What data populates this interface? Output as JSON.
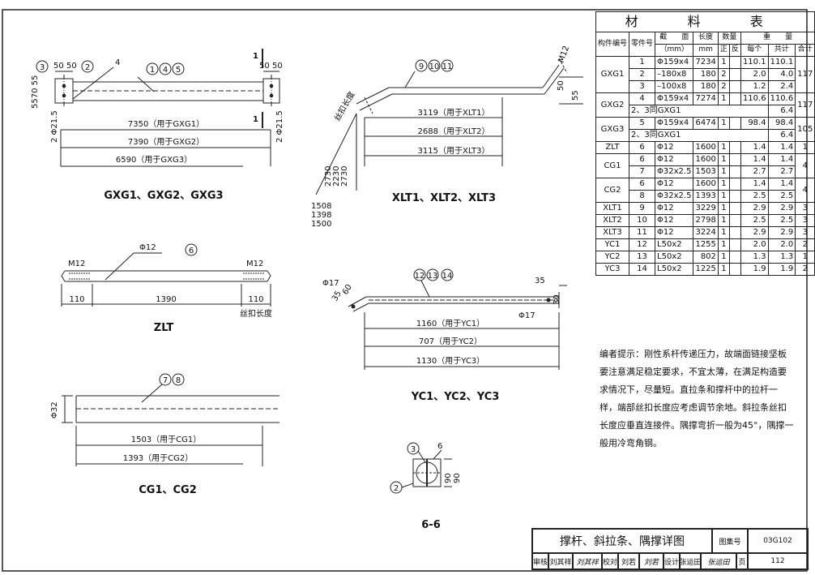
{
  "drawings": {
    "gxg": {
      "title": "GXG1、GXG2、GXG3",
      "tag_left_3": "3",
      "tag_left_2": "2",
      "tags_145": [
        "1",
        "4",
        "5"
      ],
      "weld_symbol": "4",
      "dim_50_a": "50",
      "dim_50_b": "50",
      "dim_50_c": "50",
      "dim_50_d": "50",
      "dim_vert_left": "5570 55",
      "section_mark": "1",
      "dia_left": "2 Φ21.5",
      "dia_right": "2 Φ21.5",
      "lengths": [
        "7350（用于GXG1）",
        "7390（用于GXG2）",
        "6590（用于GXG3）"
      ]
    },
    "xlt": {
      "title": "XLT1、XLT2、XLT3",
      "tags": [
        "9",
        "10",
        "11"
      ],
      "thread_note": "丝扣长度",
      "bolt_label": "M12",
      "dim_50": "50",
      "dim_55": "55",
      "lengths": [
        "3119（用于XLT1）",
        "2688（用于XLT2）",
        "3115（用于XLT3）"
      ],
      "heights": [
        "2730",
        "2230",
        "2730"
      ],
      "bases": [
        "1508",
        "1398",
        "1500"
      ]
    },
    "zlt": {
      "title": "ZLT",
      "tag": "6",
      "dia": "Φ12",
      "thread_left": "M12",
      "thread_right": "M12",
      "dim_110_left": "110",
      "dim_mid": "1390",
      "dim_110_right": "110",
      "thread_note": "丝扣长度"
    },
    "yc": {
      "title": "YC1、YC2、YC3",
      "tags": [
        "12",
        "13",
        "14"
      ],
      "hole_left": "Φ17",
      "dim_35_left": "35",
      "dim_60": "60",
      "dim_35_right": "35",
      "dim_30": "30",
      "hole_right": "Φ17",
      "lengths": [
        "1160（用于YC1）",
        "707（用于YC2）",
        "1130（用于YC3）"
      ]
    },
    "cg": {
      "title": "CG1、CG2",
      "tags": [
        "7",
        "8"
      ],
      "dia": "Φ32",
      "lengths": [
        "1503（用于CG1）",
        "1393（用于CG2）"
      ]
    },
    "sec66": {
      "title": "6-6",
      "tag_3": "3",
      "tag_2": "2",
      "weld": "6",
      "dim_a": "90",
      "dim_b": "90"
    }
  },
  "table": {
    "title": "材 料 表",
    "headers": {
      "member": "构件编号",
      "part": "零件号",
      "section": "截　　面",
      "section_unit": "（mm）",
      "length": "长度",
      "length_unit": "mm",
      "qty": "数量",
      "qty_pos": "正",
      "qty_neg": "反",
      "weight": "重　　量",
      "each": "每个",
      "total": "共计",
      "sum": "合计"
    },
    "groups": [
      {
        "member": "GXG1",
        "sum": "117",
        "rows": [
          {
            "part": "1",
            "section": "Φ159x4",
            "length": "7234",
            "pos": "1",
            "neg": "",
            "each": "110.1",
            "total": "110.1"
          },
          {
            "part": "2",
            "section": "–180x8",
            "length": "180",
            "pos": "2",
            "neg": "",
            "each": "2.0",
            "total": "4.0"
          },
          {
            "part": "3",
            "section": "–100x8",
            "length": "180",
            "pos": "2",
            "neg": "",
            "each": "1.2",
            "total": "2.4"
          }
        ]
      },
      {
        "member": "GXG2",
        "sum": "117",
        "rows": [
          {
            "part": "4",
            "section": "Φ159x4",
            "length": "7274",
            "pos": "1",
            "neg": "",
            "each": "110.6",
            "total": "110.6"
          },
          {
            "part": "",
            "section": "2、3同GXG1",
            "length": "",
            "pos": "",
            "neg": "",
            "each": "",
            "total": "6.4",
            "merge": true
          }
        ]
      },
      {
        "member": "GXG3",
        "sum": "105",
        "rows": [
          {
            "part": "5",
            "section": "Φ159x4",
            "length": "6474",
            "pos": "1",
            "neg": "",
            "each": "98.4",
            "total": "98.4"
          },
          {
            "part": "",
            "section": "2、3同GXG1",
            "length": "",
            "pos": "",
            "neg": "",
            "each": "",
            "total": "6.4",
            "merge": true
          }
        ]
      },
      {
        "member": "ZLT",
        "sum": "1",
        "rows": [
          {
            "part": "6",
            "section": "Φ12",
            "length": "1600",
            "pos": "1",
            "neg": "",
            "each": "1.4",
            "total": "1.4"
          }
        ]
      },
      {
        "member": "CG1",
        "sum": "4",
        "rows": [
          {
            "part": "6",
            "section": "Φ12",
            "length": "1600",
            "pos": "1",
            "neg": "",
            "each": "1.4",
            "total": "1.4"
          },
          {
            "part": "7",
            "section": "Φ32x2.5",
            "length": "1503",
            "pos": "1",
            "neg": "",
            "each": "2.7",
            "total": "2.7"
          }
        ]
      },
      {
        "member": "CG2",
        "sum": "4",
        "rows": [
          {
            "part": "6",
            "section": "Φ12",
            "length": "1600",
            "pos": "1",
            "neg": "",
            "each": "1.4",
            "total": "1.4"
          },
          {
            "part": "8",
            "section": "Φ32x2.5",
            "length": "1393",
            "pos": "1",
            "neg": "",
            "each": "2.5",
            "total": "2.5"
          }
        ]
      },
      {
        "member": "XLT1",
        "sum": "3",
        "rows": [
          {
            "part": "9",
            "section": "Φ12",
            "length": "3229",
            "pos": "1",
            "neg": "",
            "each": "2.9",
            "total": "2.9"
          }
        ]
      },
      {
        "member": "XLT2",
        "sum": "3",
        "rows": [
          {
            "part": "10",
            "section": "Φ12",
            "length": "2798",
            "pos": "1",
            "neg": "",
            "each": "2.5",
            "total": "2.5"
          }
        ]
      },
      {
        "member": "XLT3",
        "sum": "3",
        "rows": [
          {
            "part": "11",
            "section": "Φ12",
            "length": "3224",
            "pos": "1",
            "neg": "",
            "each": "2.9",
            "total": "2.9"
          }
        ]
      },
      {
        "member": "YC1",
        "sum": "2",
        "rows": [
          {
            "part": "12",
            "section": "L50x2",
            "length": "1255",
            "pos": "1",
            "neg": "",
            "each": "2.0",
            "total": "2.0"
          }
        ]
      },
      {
        "member": "YC2",
        "sum": "1",
        "rows": [
          {
            "part": "13",
            "section": "L50x2",
            "length": "802",
            "pos": "1",
            "neg": "",
            "each": "1.3",
            "total": "1.3"
          }
        ]
      },
      {
        "member": "YC3",
        "sum": "2",
        "rows": [
          {
            "part": "14",
            "section": "L50x2",
            "length": "1225",
            "pos": "1",
            "neg": "",
            "each": "1.9",
            "total": "1.9"
          }
        ]
      }
    ]
  },
  "note": "编者提示：刚性系杆传递压力，故端面链接坚板要注意满足稳定要求，不宜太薄，在满足构造要求情况下，尽量短。直拉条和撑杆中的拉杆一样，端部丝扣长度应考虑调节余地。斜拉条丝扣长度应垂直连接件。隅撑弯折一般为45°，隅撑一般用冷弯角钢。",
  "title_block": {
    "drawing_title": "撑杆、斜拉条、隅撑详图",
    "atlas_label": "图集号",
    "atlas_no": "03G102",
    "page_label": "页",
    "page_no": "112",
    "review_label": "审核",
    "reviewer": "刘其祥",
    "reviewer_sign": "刘其祥",
    "check_label": "校对",
    "checker": "刘若",
    "checker_sign": "刘若",
    "design_label": "设计",
    "designer": "张运田",
    "designer_sign": "张运田"
  }
}
